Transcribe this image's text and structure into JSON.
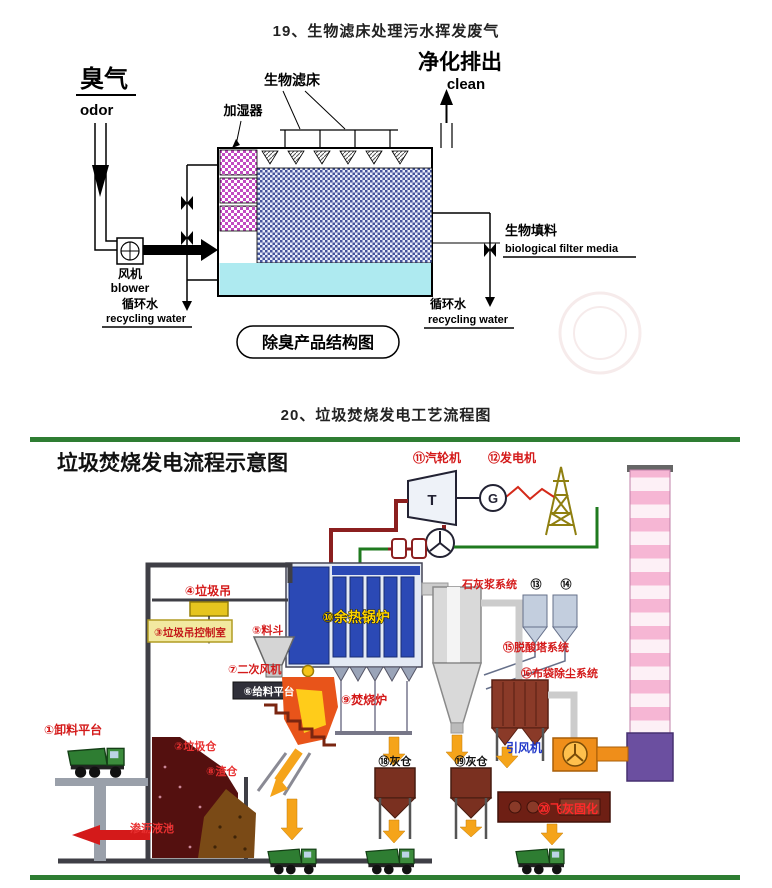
{
  "page": {
    "section1_title": "19、生物滤床处理污水挥发废气",
    "section2_title": "20、垃圾焚烧发电工艺流程图"
  },
  "biofilter": {
    "odor_cn": "臭气",
    "odor_en": "odor",
    "clean_cn": "净化排出",
    "clean_en": "clean",
    "biofilter_bed": "生物滤床",
    "humidifier": "加湿器",
    "blower_cn": "风机",
    "blower_en": "blower",
    "recycle_left_cn": "循环水",
    "recycle_left_en": "recycling water",
    "media_cn": "生物填料",
    "media_en": "biological filter media",
    "recycle_right_cn": "循环水",
    "recycle_right_en": "recycling water",
    "caption": "除臭产品结构图"
  },
  "incineration": {
    "title": "垃圾焚烧发电流程示意图",
    "turbine_label": "⑪汽轮机",
    "turbine_letter": "T",
    "generator_label": "⑫发电机",
    "generator_letter": "G",
    "crane": "④垃圾吊",
    "crane_control_room": "③垃圾吊控制室",
    "hopper": "⑤料斗",
    "secondary_fan": "⑦二次风机",
    "feeding_platform": "⑥给料平台",
    "waste_heat_boiler": "⑩余热锅炉",
    "incinerator": "⑨焚烧炉",
    "lime_slurry_system": "石灰浆系统",
    "lime_no1": "⑬",
    "lime_no2": "⑭",
    "deacid_tower_system": "⑮脱酸塔系统",
    "bag_dust_system": "⑯布袋除尘系统",
    "induced_draft_fan": "引风机",
    "unloading_platform": "①卸料平台",
    "waste_bunker": "②垃圾仓",
    "slag_bunker": "⑧渣仓",
    "leachate_pool": "渗沥液池",
    "ash_bunker_left": "⑱灰仓",
    "ash_bunker_right": "⑲灰仓",
    "fly_ash_solidify": "⑳飞灰固化"
  },
  "colors": {
    "label_red": "#d41a1a",
    "label_blue": "#2038c8",
    "boiler_yellow": "#ffd400",
    "chimney_pink": "#f6b6d4",
    "arrow_orange": "#f5a41a",
    "frame_green": "#2e7d32"
  }
}
